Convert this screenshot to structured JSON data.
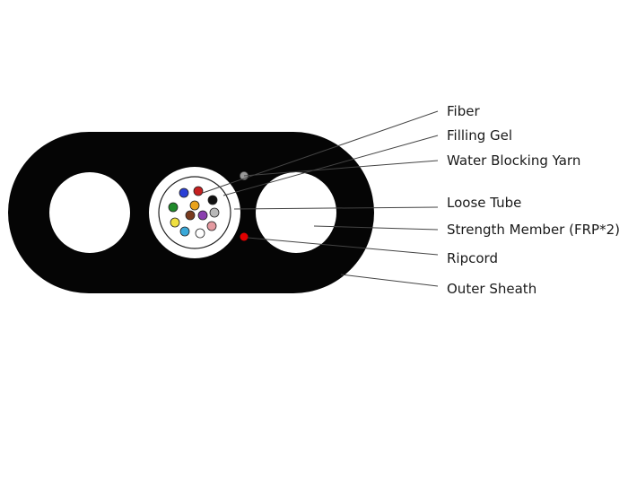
{
  "colors": {
    "sheath": "#050505",
    "background": "#ffffff",
    "leader_line": "#444444",
    "label_text": "#1a1a1a",
    "ripcord": "#e00000",
    "water_blocking_yarn": "#9a9a9a"
  },
  "labels": {
    "fiber": "Fiber",
    "filling_gel": "Filling Gel",
    "water_blocking_yarn": "Water Blocking Yarn",
    "loose_tube": "Loose Tube",
    "strength_member": "Strength Member (FRP*2)",
    "ripcord": "Ripcord",
    "outer_sheath": "Outer Sheath"
  },
  "fibers": [
    {
      "name": "fiber-blue",
      "color": "#2a3fd6"
    },
    {
      "name": "fiber-red",
      "color": "#c62020"
    },
    {
      "name": "fiber-green",
      "color": "#1f8a2a"
    },
    {
      "name": "fiber-orange",
      "color": "#e8a21c"
    },
    {
      "name": "fiber-black",
      "color": "#111111"
    },
    {
      "name": "fiber-purple",
      "color": "#8a3fae"
    },
    {
      "name": "fiber-brown",
      "color": "#7a3b1f"
    },
    {
      "name": "fiber-slate",
      "color": "#b8b8b8"
    },
    {
      "name": "fiber-yellow",
      "color": "#f0e040"
    },
    {
      "name": "fiber-aqua",
      "color": "#3aa8d8"
    },
    {
      "name": "fiber-white",
      "color": "#ffffff"
    },
    {
      "name": "fiber-rose",
      "color": "#e49aa0"
    }
  ]
}
